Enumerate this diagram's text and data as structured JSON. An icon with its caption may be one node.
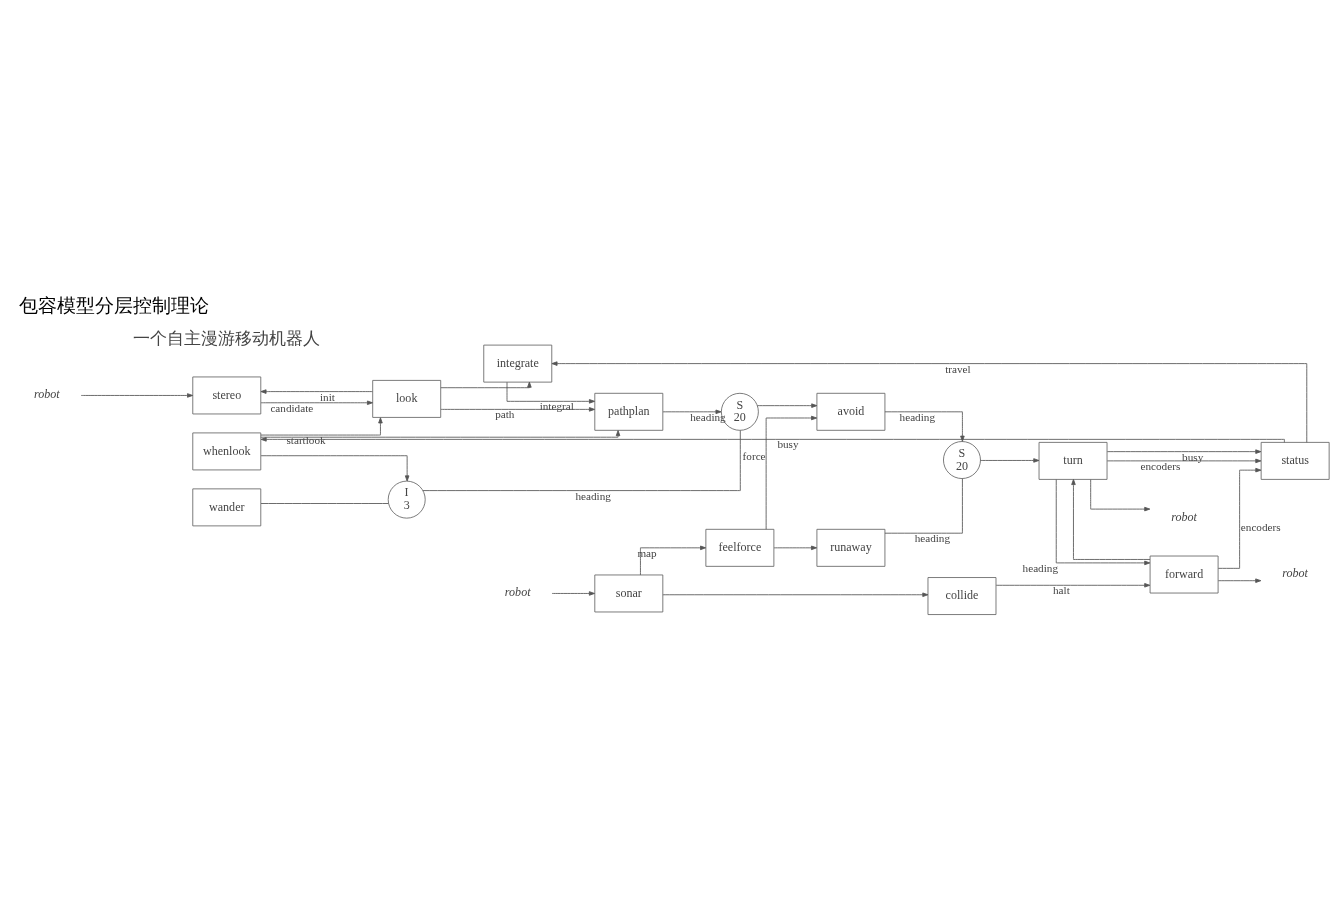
{
  "diagram": {
    "title": "包容模型分层控制理论",
    "nodes": [
      {
        "text": [
          "stereo"
        ]
      },
      {
        "text": [
          "integrate"
        ]
      },
      {
        "text": [
          "look"
        ]
      },
      {
        "text": [
          "pathplan"
        ]
      },
      {
        "text": [
          "whenlook"
        ]
      },
      {
        "text": [
          "wander"
        ]
      },
      {
        "text": [
          "I",
          "3"
        ]
      },
      {
        "text": [
          "S",
          "20"
        ]
      },
      {
        "text": [
          "avoid"
        ]
      },
      {
        "text": [
          "status"
        ]
      },
      {
        "text": [
          "turn"
        ]
      },
      {
        "text": [
          "feelforce"
        ]
      },
      {
        "text": [
          "runaway"
        ]
      },
      {
        "text": [
          "S",
          "20"
        ]
      },
      {
        "text": [
          "forward"
        ]
      },
      {
        "text": [
          "sonar"
        ]
      },
      {
        "text": [
          "collide"
        ]
      },
      {
        "text": [
          "robot"
        ]
      },
      {
        "text": [
          "robot"
        ]
      },
      {
        "text": [
          "robot"
        ]
      },
      {
        "text": [
          "robot"
        ]
      }
    ],
    "edges": [
      {
        "from": 17,
        "to": 0,
        "arrow": "to"
      },
      {
        "from": 0,
        "to": 2,
        "arrow": "to",
        "label": "candidate"
      },
      {
        "from": 2,
        "to": 0,
        "arrow": "to",
        "label": "init"
      },
      {
        "from": 4,
        "to": 2,
        "arrow": "to",
        "label": "startlook"
      },
      {
        "from": 4,
        "to": 6,
        "arrow": "to"
      },
      {
        "from": 4,
        "to": 3,
        "arrow": "to"
      },
      {
        "from": 2,
        "to": 3,
        "arrow": "to",
        "label": "path"
      },
      {
        "from": 2,
        "to": 1,
        "arrow": "to"
      },
      {
        "from": 1,
        "to": 3,
        "arrow": "to",
        "label": "integral"
      },
      {
        "from": 3,
        "to": 7,
        "arrow": "to",
        "label": "heading"
      },
      {
        "from": 9,
        "to": 1,
        "arrow": "to",
        "label": "travel"
      },
      {
        "from": 9,
        "to": 4,
        "arrow": "to",
        "label": "busy"
      },
      {
        "from": 5,
        "to": 6,
        "arrow": "none"
      },
      {
        "from": 6,
        "to": 7,
        "arrow": "none",
        "label": "heading"
      },
      {
        "from": 7,
        "to": 8,
        "arrow": "to"
      },
      {
        "from": 11,
        "to": 8,
        "arrow": "to",
        "label": "force"
      },
      {
        "from": 11,
        "to": 12,
        "arrow": "to"
      },
      {
        "from": 8,
        "to": 13,
        "arrow": "to",
        "label": "heading"
      },
      {
        "from": 12,
        "to": 13,
        "arrow": "none",
        "label": "heading"
      },
      {
        "from": 13,
        "to": 10,
        "arrow": "to"
      },
      {
        "from": 10,
        "to": 18,
        "arrow": "to"
      },
      {
        "from": 10,
        "to": 9,
        "arrow": "to",
        "label": "encoders"
      },
      {
        "from": 10,
        "to": 9,
        "arrow": "to",
        "label": "busy"
      },
      {
        "from": 10,
        "to": 14,
        "arrow": "to",
        "label": "heading"
      },
      {
        "from": 14,
        "to": 19,
        "arrow": "to"
      },
      {
        "from": 14,
        "to": 9,
        "arrow": "to",
        "label": "encoders"
      },
      {
        "from": 14,
        "to": 10,
        "arrow": "to"
      },
      {
        "from": 16,
        "to": 14,
        "arrow": "to",
        "label": "halt"
      },
      {
        "from": 20,
        "to": 15,
        "arrow": "to"
      },
      {
        "from": 15,
        "to": 11,
        "arrow": "to",
        "label": "map"
      },
      {
        "from": 15,
        "to": 16,
        "arrow": "to"
      }
    ],
    "labels": [
      "一个自主漫游移动机器人"
    ]
  }
}
